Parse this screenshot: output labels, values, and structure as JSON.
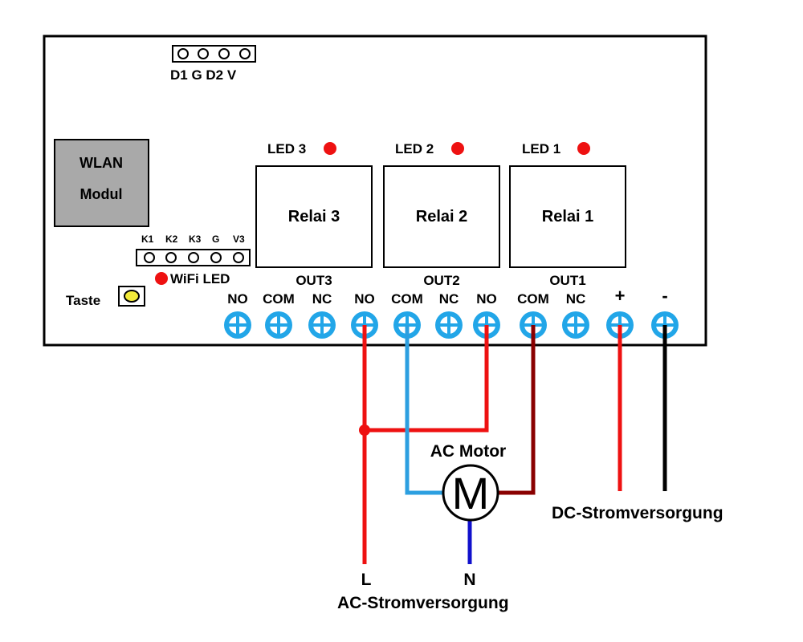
{
  "header": {
    "pins": "D1 G D2 V"
  },
  "module": {
    "line1": "WLAN",
    "line2": "Modul"
  },
  "leds": [
    {
      "label": "LED 3",
      "color": "#ee1111"
    },
    {
      "label": "LED 2",
      "color": "#ee1111"
    },
    {
      "label": "LED 1",
      "color": "#ee1111"
    }
  ],
  "relays": [
    "Relai 3",
    "Relai 2",
    "Relai 1"
  ],
  "keys": {
    "labels": [
      "K1",
      "K2",
      "K3",
      "G",
      "V3"
    ]
  },
  "wifi_led": "WiFi LED",
  "button": "Taste",
  "outputs": [
    "OUT3",
    "OUT2",
    "OUT1"
  ],
  "terminals": [
    "NO",
    "COM",
    "NC",
    "NO",
    "COM",
    "NC",
    "NO",
    "COM",
    "NC",
    "+",
    "-"
  ],
  "motor": {
    "title": "AC Motor",
    "symbol": "M"
  },
  "dc_supply": "DC-Stromversorgung",
  "ac_supply": {
    "l": "L",
    "n": "N",
    "label": "AC-Stromversorgung"
  },
  "colors": {
    "terminal": "#22a6e8",
    "wire_red": "#ee1111",
    "wire_dark_red": "#8a0000",
    "wire_blue": "#2c9fe0",
    "wire_navy": "#1010cc",
    "wire_black": "#000000",
    "module_fill": "#a9a9a9",
    "button_fill": "#f2ea3a"
  }
}
